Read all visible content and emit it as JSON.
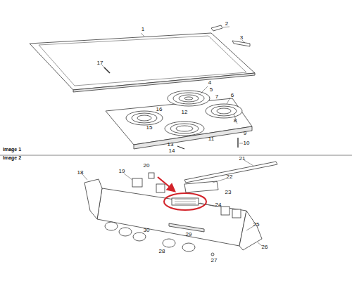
{
  "diagram": {
    "labels": [
      "1",
      "2",
      "3",
      "17",
      "4",
      "5",
      "7",
      "6",
      "16",
      "12",
      "15",
      "8",
      "9",
      "11",
      "10",
      "13",
      "14",
      "Image 1",
      "Image 2",
      "21",
      "18",
      "19",
      "20",
      "22",
      "23",
      "24",
      "30",
      "29",
      "25",
      "28",
      "26",
      "27"
    ]
  }
}
